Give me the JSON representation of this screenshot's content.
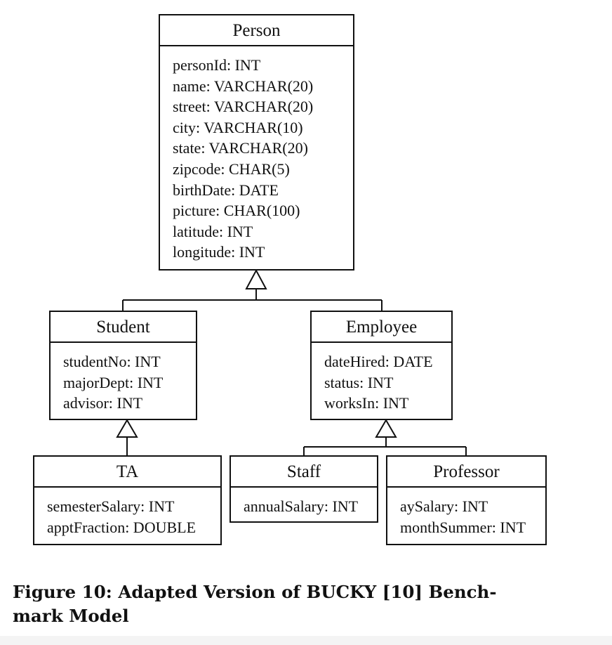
{
  "classes": {
    "person": {
      "name": "Person",
      "attributes": [
        "personId: INT",
        "name: VARCHAR(20)",
        "street: VARCHAR(20)",
        "city: VARCHAR(10)",
        "state: VARCHAR(20)",
        "zipcode: CHAR(5)",
        "birthDate: DATE",
        "picture: CHAR(100)",
        "latitude: INT",
        "longitude: INT"
      ]
    },
    "student": {
      "name": "Student",
      "attributes": [
        "studentNo: INT",
        "majorDept: INT",
        "advisor: INT"
      ]
    },
    "employee": {
      "name": "Employee",
      "attributes": [
        "dateHired: DATE",
        "status: INT",
        "worksIn: INT"
      ]
    },
    "ta": {
      "name": "TA",
      "attributes": [
        "semesterSalary: INT",
        "apptFraction: DOUBLE"
      ]
    },
    "staff": {
      "name": "Staff",
      "attributes": [
        "annualSalary: INT"
      ]
    },
    "professor": {
      "name": "Professor",
      "attributes": [
        "aySalary: INT",
        "monthSummer: INT"
      ]
    }
  },
  "inheritance": [
    {
      "parent": "Person",
      "children": [
        "Student",
        "Employee"
      ]
    },
    {
      "parent": "Student",
      "children": [
        "TA"
      ]
    },
    {
      "parent": "Employee",
      "children": [
        "Staff",
        "Professor"
      ]
    }
  ],
  "caption": {
    "line1": "Figure 10: Adapted Version of BUCKY [10] Bench-",
    "line2": "mark Model"
  }
}
